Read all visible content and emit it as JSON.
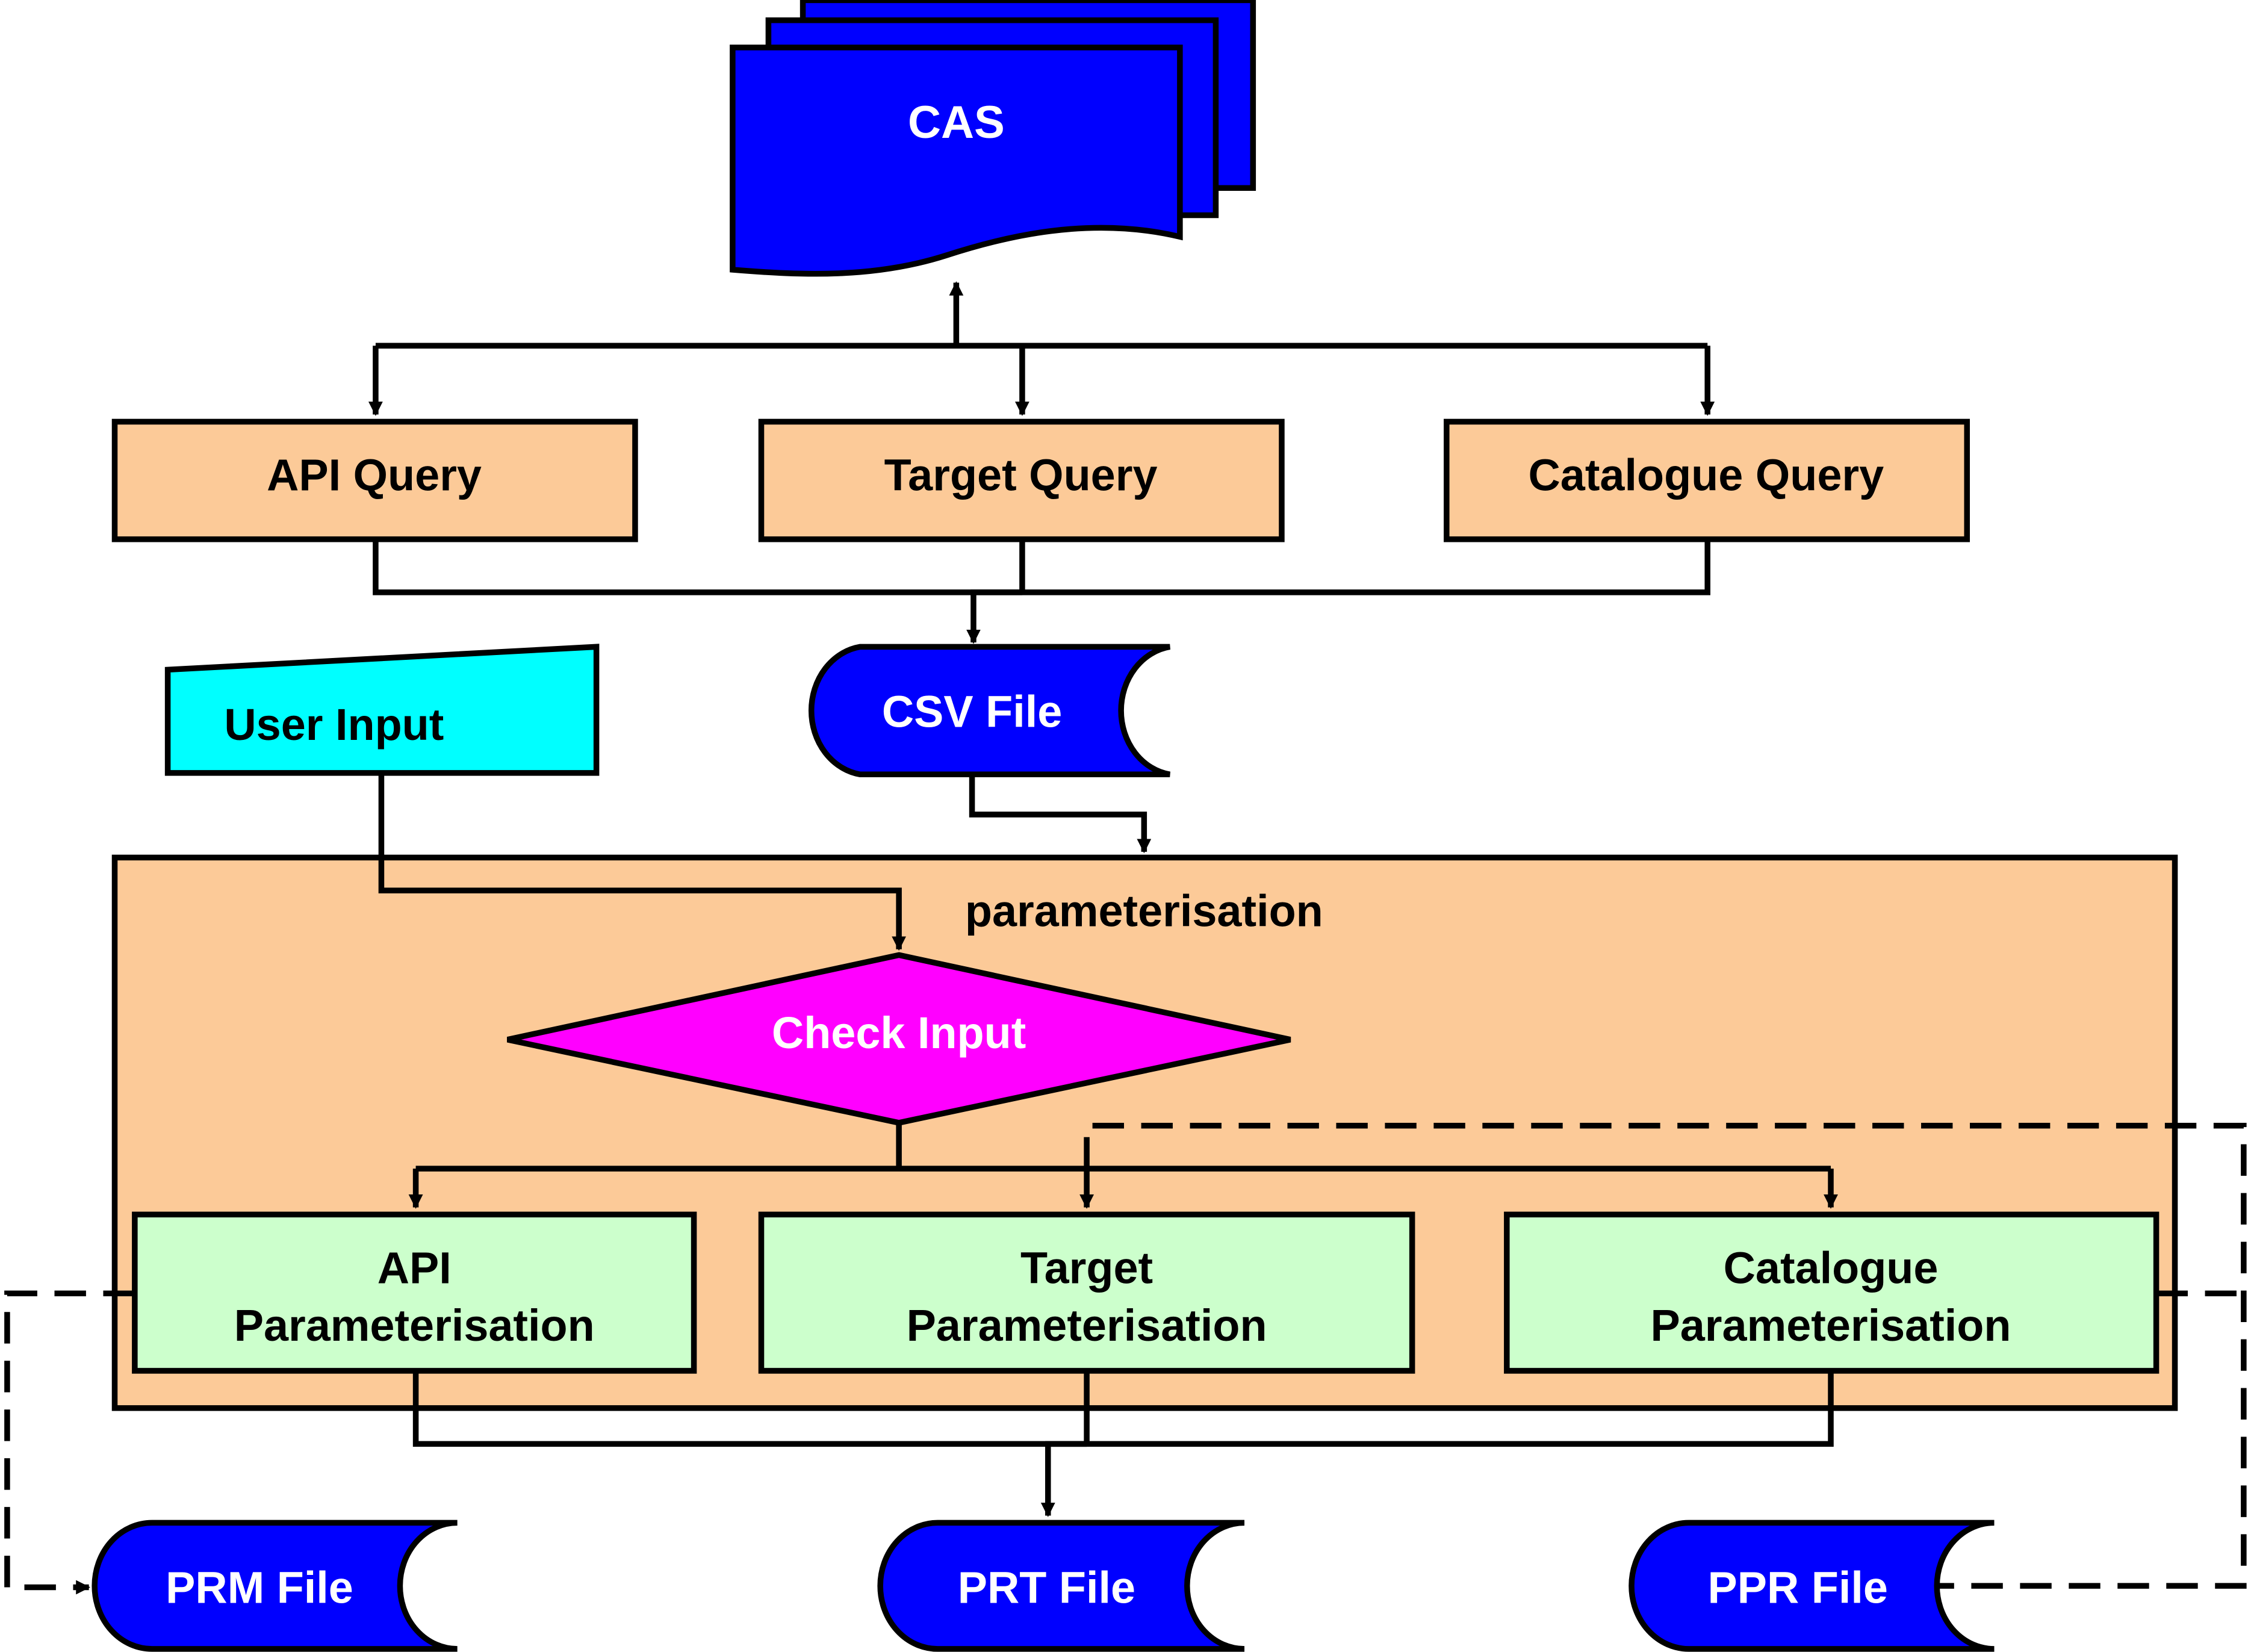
{
  "colors": {
    "storage_blue": "#0000ff",
    "query_box": "#fcca98",
    "user_input": "#00ffff",
    "decision": "#ff00ff",
    "param_box": "#ccffcc",
    "container": "#fcca98",
    "stroke": "#000000"
  },
  "nodes": {
    "cas": "CAS",
    "api_query": "API Query",
    "target_query": "Target Query",
    "catalogue_query": "Catalogue Query",
    "csv_file": "CSV File",
    "user_input": "User Input",
    "container_label": "parameterisation",
    "check_input": "Check Input",
    "api_param_line1": "API",
    "api_param_line2": "Parameterisation",
    "target_param_line1": "Target",
    "target_param_line2": "Parameterisation",
    "catalogue_param_line1": "Catalogue",
    "catalogue_param_line2": "Parameterisation",
    "prm_file": "PRM File",
    "prt_file": "PRT File",
    "ppr_file": "PPR File"
  }
}
